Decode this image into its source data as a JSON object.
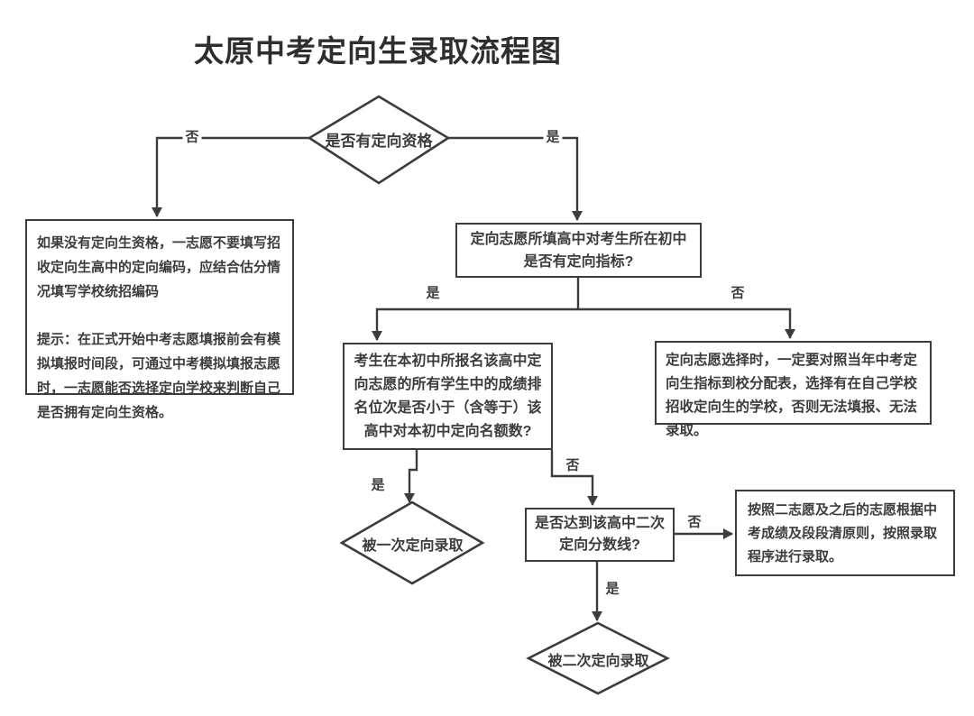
{
  "title": "太原中考定向生录取流程图",
  "colors": {
    "ink": "#3c3c3c",
    "bg": "#ffffff",
    "title-ink": "#2e2e2e"
  },
  "nodes": {
    "qualification_question": "是否有定向资格",
    "no_qual_p1": "如果没有定向生资格，一志愿不要填写招收定向生高中的定向编码，应结合估分情况填写学校统招编码",
    "no_qual_p2": "提示：在正式开始中考志愿填报前会有模拟填报时间段，可通过中考模拟填报志愿时，一志愿能否选择定向学校来判断自己是否拥有定向生资格。",
    "quota_question": "定向志愿所填高中对考生所在初中是否有定向指标?",
    "rank_question": "考生在本初中所报名该高中定向志愿的所有学生中的成绩排名位次是否小于（含等于）该高中对本初中定向名额数?",
    "no_quota_note": "定向志愿选择时，一定要对照当年中考定向生指标到校分配表，选择有在自己学校招收定向生的学校，否则无法填报、无法录取。",
    "first_admission": "被一次定向录取",
    "second_line_question": "是否达到该高中二次定向分数线?",
    "fallback_note": "按照二志愿及之后的志愿根据中考成绩及段段清原则，按照录取程序进行录取。",
    "second_admission": "被二次定向录取"
  },
  "edge_labels": {
    "yes": "是",
    "no": "否"
  }
}
